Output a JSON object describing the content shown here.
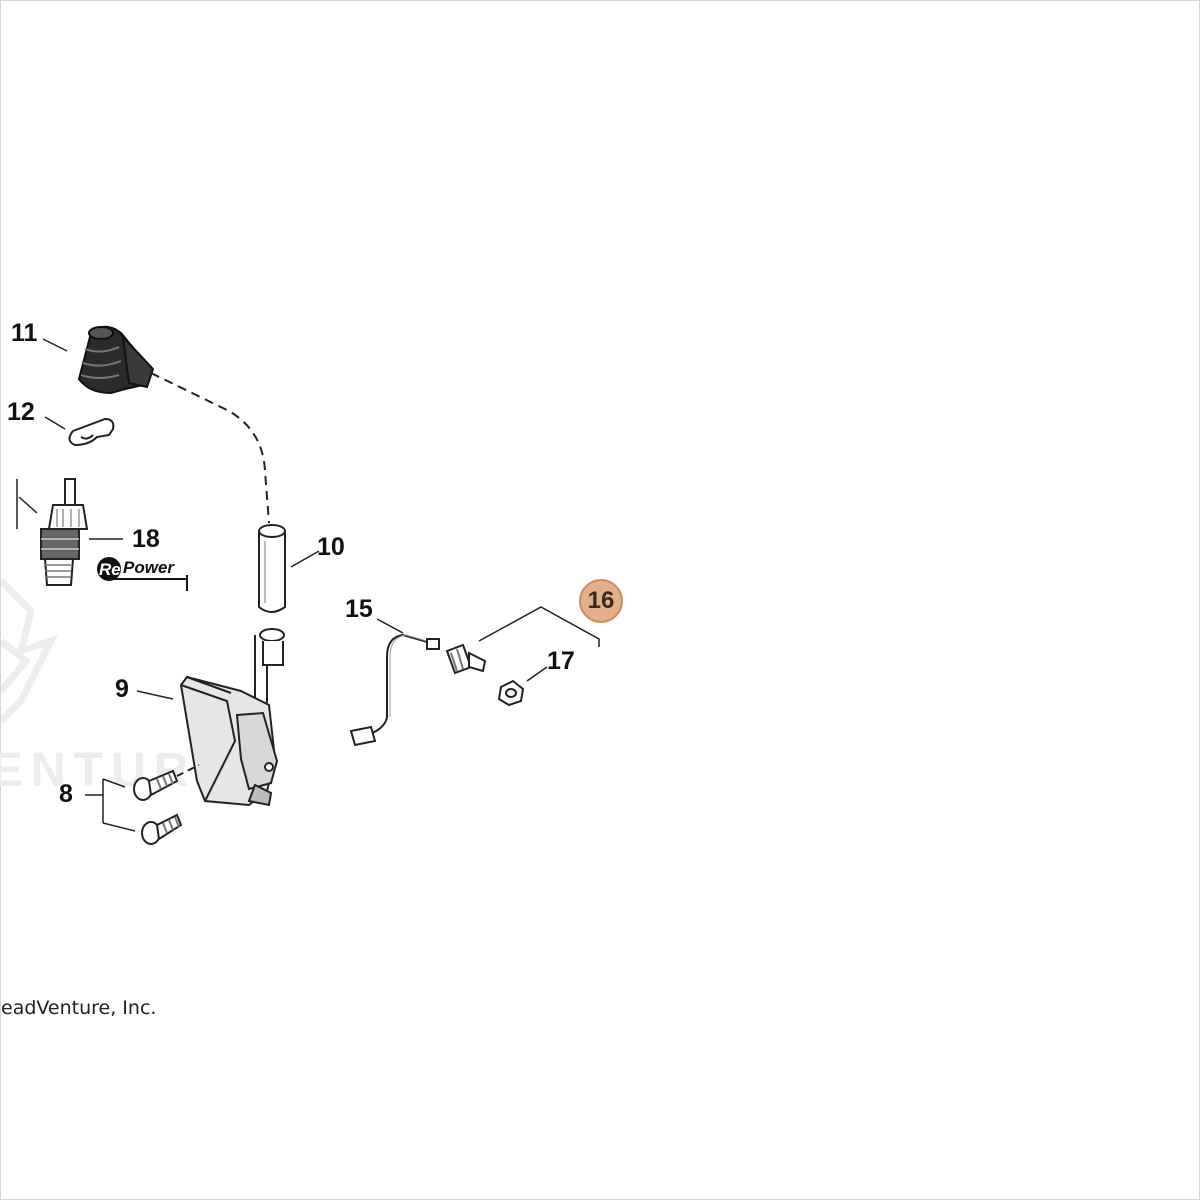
{
  "callouts": {
    "c8": "8",
    "c9": "9",
    "c10": "10",
    "c11": "11",
    "c12": "12",
    "c15": "15",
    "c16": "16",
    "c17": "17",
    "c18": "18"
  },
  "logo": {
    "prefix": "Re",
    "suffix": "Power"
  },
  "watermark": "ENTURE",
  "copyright": "eadVenture, Inc.",
  "colors": {
    "highlight_fill": "#e3b08b",
    "highlight_border": "#d08a5c",
    "line": "#222222",
    "part_dark": "#2b2b2b"
  }
}
